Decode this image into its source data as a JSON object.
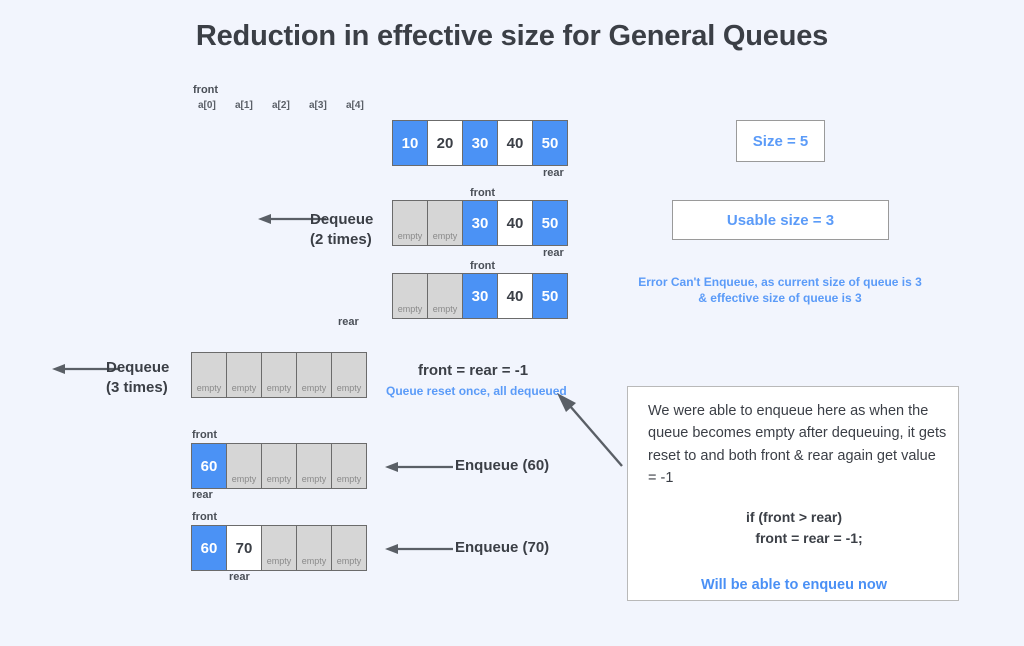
{
  "page": {
    "title": "Reduction in effective size for General Queues",
    "background_color": "#f2f5fd",
    "accent_blue": "#4b92f5",
    "text_blue": "#5b9bf8",
    "text_dark": "#3b3f46",
    "empty_gray": "#d6d6d6"
  },
  "index_labels": {
    "front": "front",
    "cells": [
      "a[0]",
      "a[1]",
      "a[2]",
      "a[3]",
      "a[4]"
    ]
  },
  "rows": [
    {
      "id": "row-initial",
      "front_label": "",
      "rear_label": "rear",
      "cells": [
        {
          "value": "10",
          "state": "blue"
        },
        {
          "value": "20",
          "state": "white"
        },
        {
          "value": "30",
          "state": "blue"
        },
        {
          "value": "40",
          "state": "white"
        },
        {
          "value": "50",
          "state": "blue"
        }
      ]
    },
    {
      "id": "row-after-2-dequeue",
      "front_label": "front",
      "rear_label": "rear",
      "cells": [
        {
          "value": "empty",
          "state": "empty"
        },
        {
          "value": "empty",
          "state": "empty"
        },
        {
          "value": "30",
          "state": "blue"
        },
        {
          "value": "40",
          "state": "white"
        },
        {
          "value": "50",
          "state": "blue"
        }
      ]
    },
    {
      "id": "row-enqueue-blocked",
      "front_label": "front",
      "rear_label": "rear",
      "cells": [
        {
          "value": "empty",
          "state": "empty"
        },
        {
          "value": "empty",
          "state": "empty"
        },
        {
          "value": "30",
          "state": "blue"
        },
        {
          "value": "40",
          "state": "white"
        },
        {
          "value": "50",
          "state": "blue"
        }
      ]
    },
    {
      "id": "row-all-empty",
      "front_label": "",
      "rear_label": "",
      "cells": [
        {
          "value": "empty",
          "state": "empty"
        },
        {
          "value": "empty",
          "state": "empty"
        },
        {
          "value": "empty",
          "state": "empty"
        },
        {
          "value": "empty",
          "state": "empty"
        },
        {
          "value": "empty",
          "state": "empty"
        }
      ]
    },
    {
      "id": "row-enqueue-60",
      "front_label": "front",
      "rear_label": "rear",
      "cells": [
        {
          "value": "60",
          "state": "blue"
        },
        {
          "value": "empty",
          "state": "empty"
        },
        {
          "value": "empty",
          "state": "empty"
        },
        {
          "value": "empty",
          "state": "empty"
        },
        {
          "value": "empty",
          "state": "empty"
        }
      ]
    },
    {
      "id": "row-enqueue-70",
      "front_label": "front",
      "rear_label": "rear",
      "cells": [
        {
          "value": "60",
          "state": "blue"
        },
        {
          "value": "70",
          "state": "white"
        },
        {
          "value": "empty",
          "state": "empty"
        },
        {
          "value": "empty",
          "state": "empty"
        },
        {
          "value": "empty",
          "state": "empty"
        }
      ]
    }
  ],
  "operations": {
    "dequeue_2": {
      "line1": "Dequeue",
      "line2": "(2 times)"
    },
    "dequeue_3": {
      "line1": "Dequeue",
      "line2": "(3 times)"
    },
    "enqueue_60": "Enqueue (60)",
    "enqueue_70": "Enqueue (70)"
  },
  "side_boxes": {
    "size": "Size = 5",
    "usable_size": "Usable size = 3",
    "error_line1": "Error Can't Enqueue, as current size of queue is 3",
    "error_line2": "& effective size of queue is 3"
  },
  "center_notes": {
    "reset_equation": "front = rear = -1",
    "reset_caption": "Queue reset once, all dequeued"
  },
  "explanation": {
    "paragraph": "We were able to enqueue here as when the queue becomes empty after dequeuing, it gets reset to and both front & rear again get value = -1",
    "code_line1": "if (front > rear)",
    "code_line2": "front = rear = -1;",
    "footer": "Will be able to enqueu now"
  }
}
